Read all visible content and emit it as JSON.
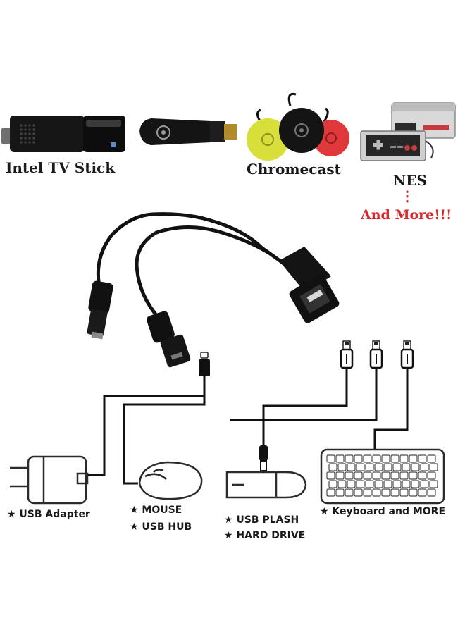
{
  "devices": {
    "intel_tv_stick": "Intel TV Stick",
    "chromecast": "Chromecast",
    "nes": "NES",
    "dots": "⋮",
    "and_more": "And More!!!"
  },
  "peripherals": {
    "usb_adapter": "★ USB Adapter",
    "mouse": "★ MOUSE",
    "usb_hub": "★ USB HUB",
    "usb_plash": "★ USB PLASH",
    "hard_drive": "★ HARD DRIVE",
    "keyboard": "★ Keyboard and MORE"
  },
  "colors": {
    "cable": "#111111",
    "outline": "#2b2b2b",
    "chromecast_yellow": "#d8df3a",
    "chromecast_red": "#e0383b",
    "accent_red": "#d7262a"
  }
}
